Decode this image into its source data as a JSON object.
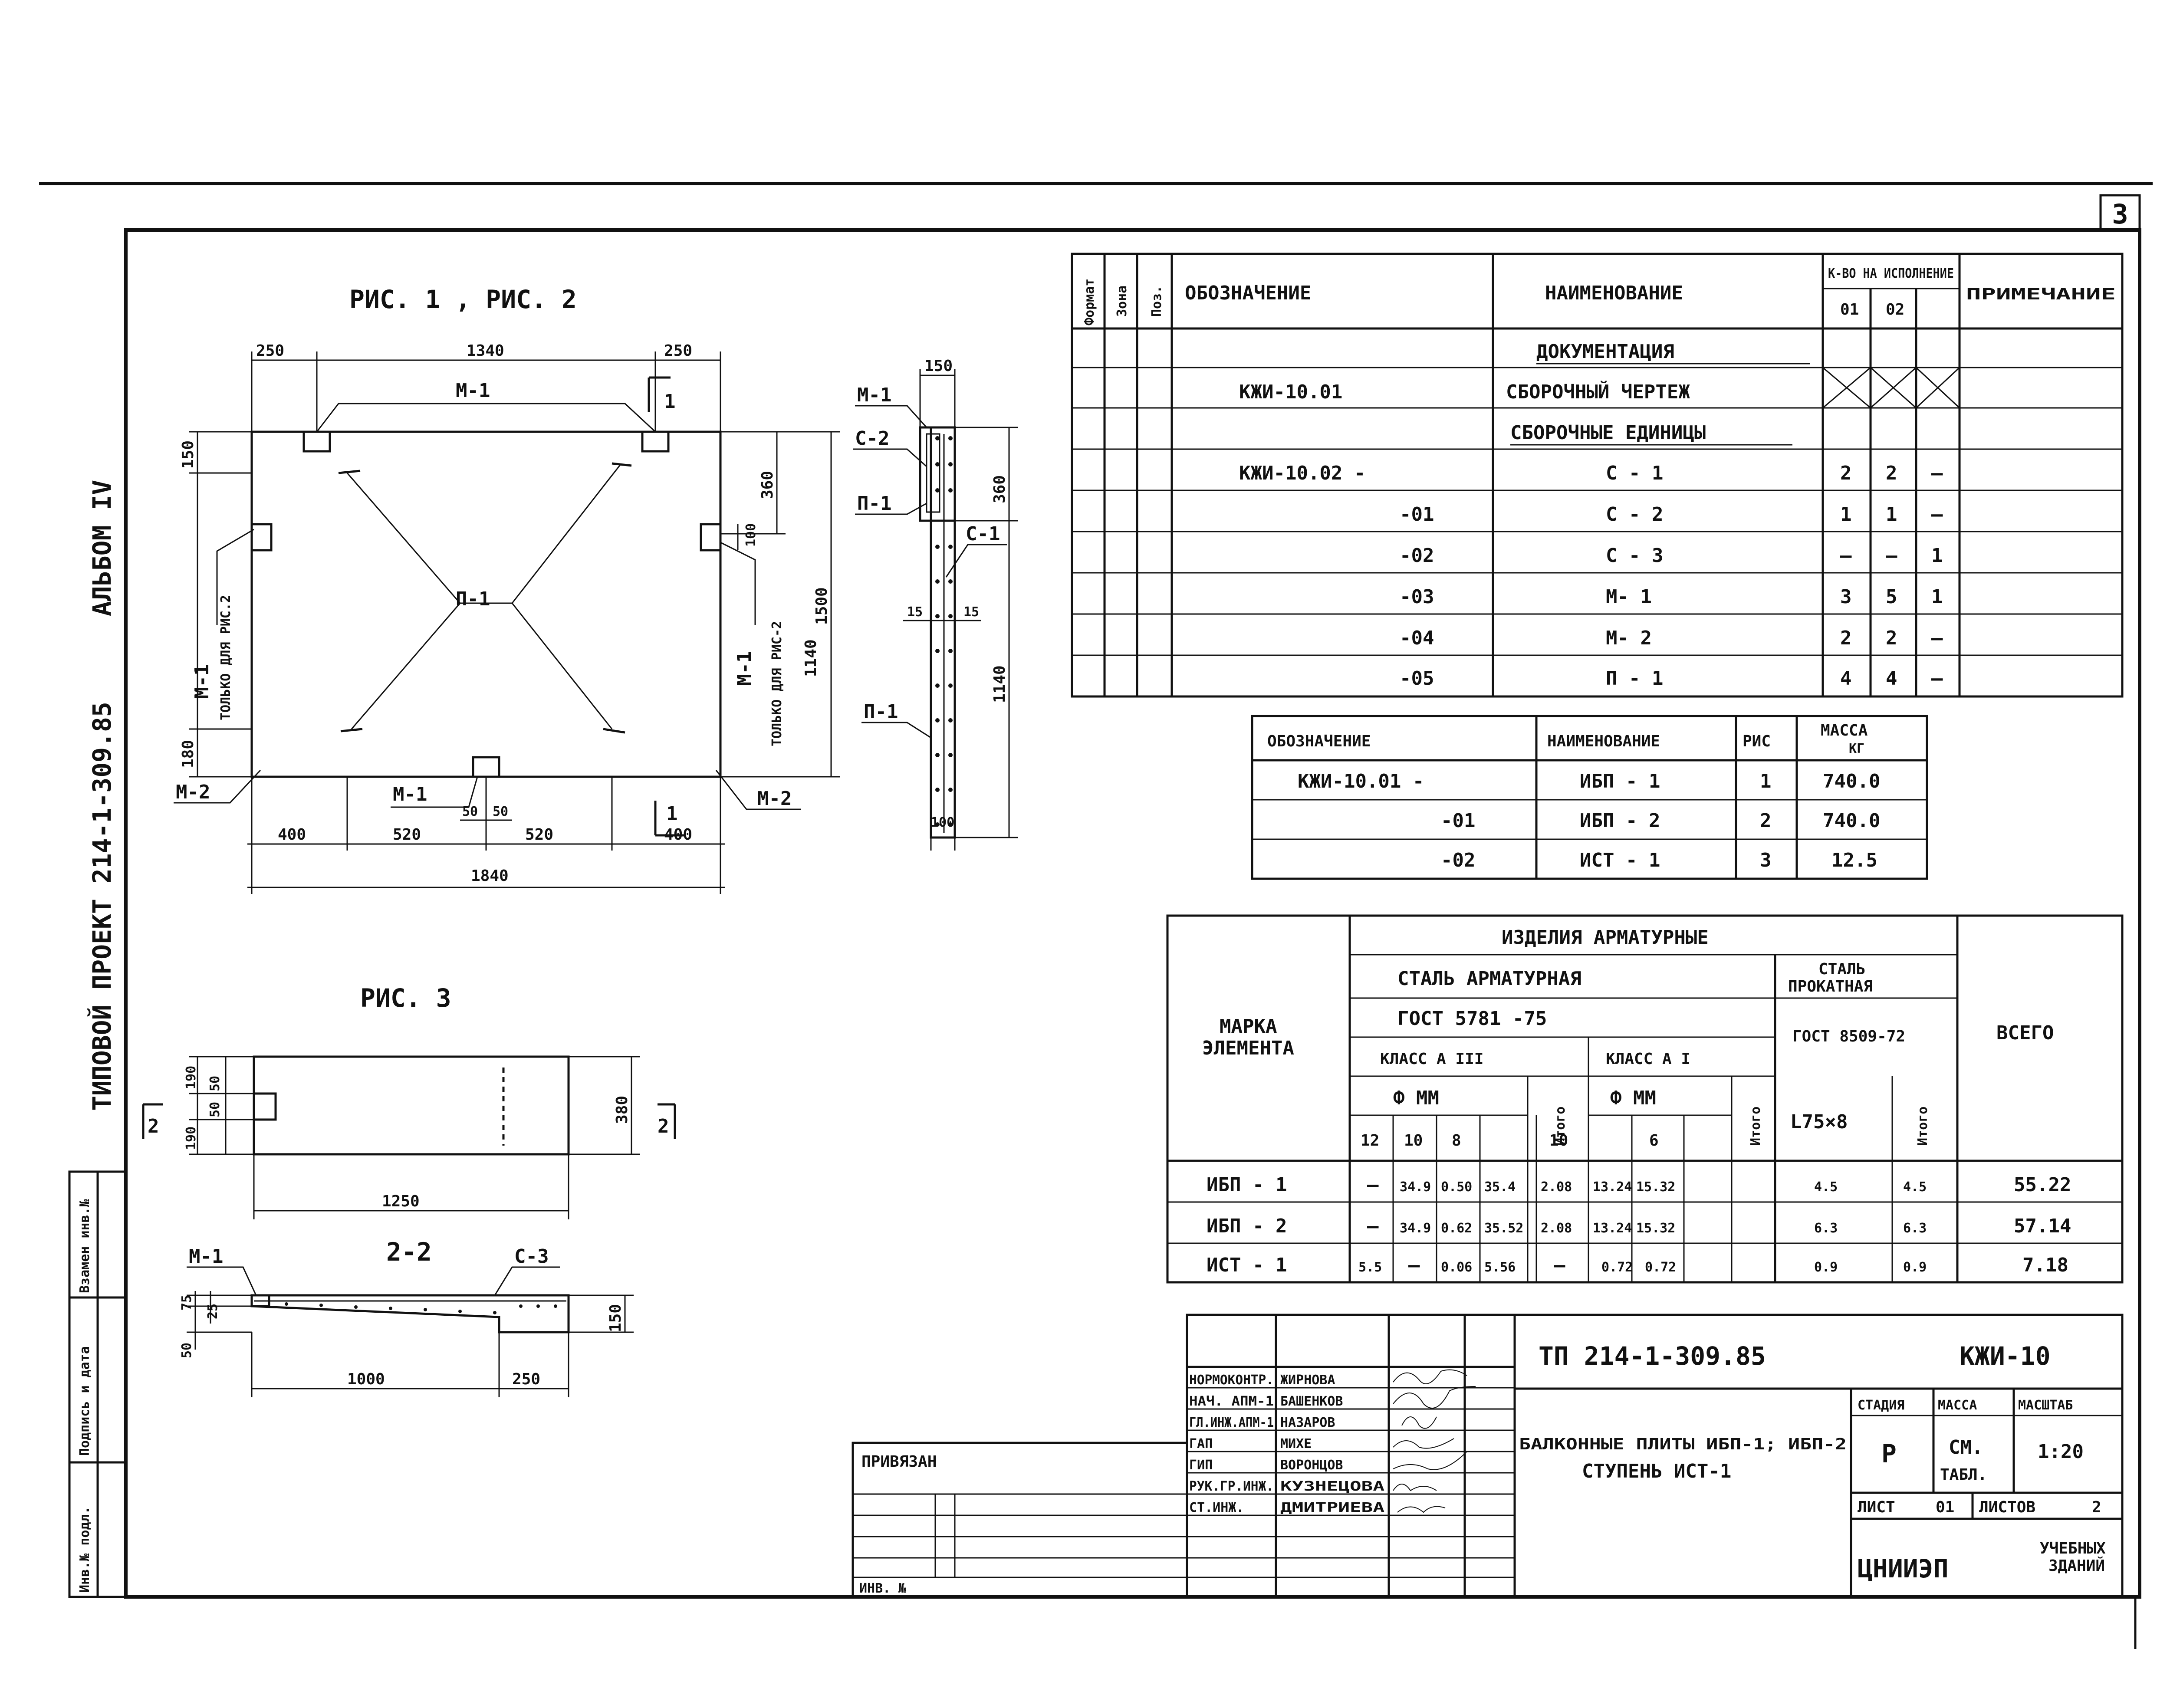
{
  "sheet": {
    "page_number": "3",
    "album": "АЛЬБОМ IV",
    "project": "ТИПОВОЙ ПРОЕКТ 214-1-309.85"
  },
  "left_stamp": [
    "Инв.№ подл.",
    "Подпись и дата",
    "Взамен инв.№"
  ],
  "fig12": {
    "title": "РИС. 1 , РИС. 2",
    "dims_top": [
      "250",
      "1340",
      "250"
    ],
    "dims_bottom": [
      "400",
      "520",
      "520",
      "400"
    ],
    "dim_overall": "1840",
    "dims_small": [
      "50",
      "50"
    ],
    "dims_left": [
      "150",
      "180"
    ],
    "dims_right_inner": [
      "360",
      "100"
    ],
    "dims_right_outer": [
      "1500",
      "1140"
    ],
    "labels": {
      "m1_top": "М-1",
      "m1_bottom": "М-1",
      "p1": "П-1",
      "m2_left": "М-2",
      "m2_right": "М-2",
      "m1_left_note": "М-1",
      "m1_left_sub": "ТОЛЬКО ДЛЯ РИС.2",
      "m1_right_note": "М-1",
      "m1_right_sub": "ТОЛЬКО ДЛЯ РИС-2",
      "section_top": "1",
      "section_bottom": "1"
    }
  },
  "section11": {
    "dims_top": "150",
    "dims_right": [
      "360",
      "1140"
    ],
    "dims_bottom": "100",
    "dims_mid": [
      "15",
      "15"
    ],
    "labels": [
      "М-1",
      "С-2",
      "П-1",
      "С-1",
      "П-1"
    ]
  },
  "fig3": {
    "title": "РИС. 3",
    "dims_left": [
      "190",
      "50",
      "50",
      "190"
    ],
    "dim_right": "380",
    "dim_bottom": "1250",
    "section_left": "2",
    "section_right": "2"
  },
  "section22": {
    "title": "2-2",
    "labels": [
      "М-1",
      "С-3"
    ],
    "dims_left": [
      "75",
      "25",
      "50"
    ],
    "dims_bottom": [
      "1000",
      "250"
    ],
    "dim_right": "150"
  },
  "spec_table": {
    "headers": {
      "format": "Формат",
      "zone": "Зона",
      "pos": "Поз.",
      "designation": "ОБОЗНАЧЕНИЕ",
      "name": "НАИМЕНОВАНИЕ",
      "qty": "К-ВО НА ИСПОЛНЕНИЕ",
      "qty01": "01",
      "qty02": "02",
      "note": "ПРИМЕЧАНИЕ"
    },
    "rows": [
      {
        "designation": "",
        "name": "ДОКУМЕНТАЦИЯ",
        "q1": "",
        "q2": "",
        "q3": "",
        "underline": true
      },
      {
        "designation": "КЖИ-10.01",
        "name": "СБОРОЧНЫЙ ЧЕРТЕЖ",
        "q1": "",
        "q2": "",
        "q3": "",
        "crossed": true
      },
      {
        "designation": "",
        "name": "СБОРОЧНЫЕ ЕДИНИЦЫ",
        "q1": "",
        "q2": "",
        "q3": "",
        "underline": true
      },
      {
        "designation": "КЖИ-10.02 -",
        "name": "С - 1",
        "q1": "2",
        "q2": "2",
        "q3": "–"
      },
      {
        "designation": "-01",
        "name": "С - 2",
        "q1": "1",
        "q2": "1",
        "q3": "–"
      },
      {
        "designation": "-02",
        "name": "С - 3",
        "q1": "–",
        "q2": "–",
        "q3": "1"
      },
      {
        "designation": "-03",
        "name": "М- 1",
        "q1": "3",
        "q2": "5",
        "q3": "1"
      },
      {
        "designation": "-04",
        "name": "М- 2",
        "q1": "2",
        "q2": "2",
        "q3": "–"
      },
      {
        "designation": "-05",
        "name": "П - 1",
        "q1": "4",
        "q2": "4",
        "q3": "–"
      }
    ]
  },
  "mass_table": {
    "headers": [
      "ОБОЗНАЧЕНИЕ",
      "НАИМЕНОВАНИЕ",
      "РИС",
      "МАССА",
      "КГ"
    ],
    "rows": [
      [
        "КЖИ-10.01 -",
        "ИБП - 1",
        "1",
        "740.0"
      ],
      [
        "-01",
        "ИБП - 2",
        "2",
        "740.0"
      ],
      [
        "-02",
        "ИСТ - 1",
        "3",
        "12.5"
      ]
    ]
  },
  "rebar_table": {
    "title": "ИЗДЕЛИЯ АРМАТУРНЫЕ",
    "mark_label": [
      "МАРКА",
      "ЭЛЕМЕНТА"
    ],
    "steel_reinf": "СТАЛЬ АРМАТУРНАЯ",
    "steel_rolled": [
      "СТАЛЬ",
      "ПРОКАТНАЯ"
    ],
    "gost_reinf": "ГОСТ 5781 -75",
    "gost_rolled": "ГОСТ 8509-72",
    "class3": "КЛАСС А III",
    "class1": "КЛАСС А I",
    "phi": "Ф ММ",
    "total_label": "Итого",
    "angle": "L75×8",
    "grand_total": "ВСЕГО",
    "diam3": [
      "12",
      "10",
      "8"
    ],
    "diam1": [
      "10",
      "6"
    ],
    "rows": [
      [
        "ИБП - 1",
        "–",
        "34.9",
        "0.50",
        "35.4",
        "2.08",
        "13.24",
        "15.32",
        "4.5",
        "4.5",
        "55.22"
      ],
      [
        "ИБП - 2",
        "–",
        "34.9",
        "0.62",
        "35.52",
        "2.08",
        "13.24",
        "15.32",
        "6.3",
        "6.3",
        "57.14"
      ],
      [
        "ИСТ - 1",
        "5.5",
        "–",
        "0.06",
        "5.56",
        "–",
        "0.72",
        "0.72",
        "0.9",
        "0.9",
        "7.18"
      ]
    ]
  },
  "title_block": {
    "code": "ТП 214-1-309.85",
    "sheet_code": "КЖИ-10",
    "bound": "ПРИВЯЗАН",
    "inv": "ИНВ. №",
    "staff": [
      [
        "НОРМОКОНТР.",
        "ЖИРНОВА"
      ],
      [
        "НАЧ. АПМ-1",
        "БАШЕНКОВ"
      ],
      [
        "ГЛ.ИНЖ.АПМ-1",
        "НАЗАРОВ"
      ],
      [
        "ГАП",
        "МИХЕ"
      ],
      [
        "ГИП",
        "ВОРОНЦОВ"
      ],
      [
        "РУК.ГР.ИНЖ.",
        "КУЗНЕЦОВА"
      ],
      [
        "СТ.ИНЖ.",
        "ДМИТРИЕВА"
      ]
    ],
    "name_line1": "БАЛКОННЫЕ ПЛИТЫ ИБП-1; ИБП-2",
    "name_line2": "СТУПЕНЬ ИСТ-1",
    "stage_label": "СТАДИЯ",
    "mass_label": "МАССА",
    "scale_label": "МАСШТАБ",
    "stage": "Р",
    "mass": [
      "СМ.",
      "ТАБЛ."
    ],
    "scale": "1:20",
    "sheet_label": "ЛИСТ",
    "sheet_num": "01",
    "sheets_label": "ЛИСТОВ",
    "sheets_num": "2",
    "org": "ЦНИИЭП",
    "org_sub": [
      "УЧЕБНЫХ",
      "ЗДАНИЙ"
    ]
  }
}
